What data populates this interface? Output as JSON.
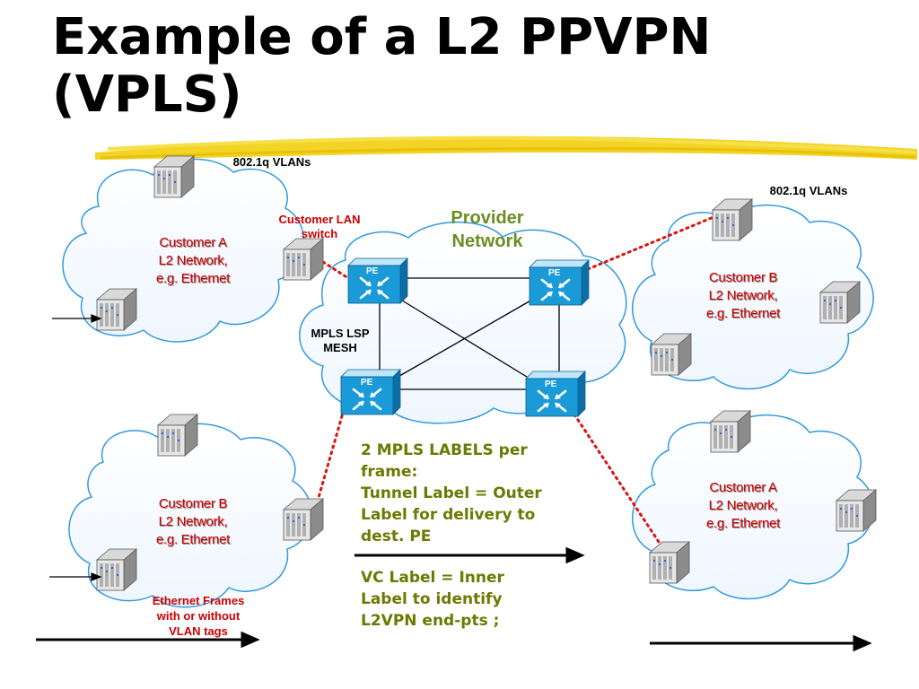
{
  "slide": {
    "title_line1": "Example of a L2 PPVPN",
    "title_line2": "(VPLS)"
  },
  "labels": {
    "vlans_top_left": "802.1q VLANs",
    "vlans_top_right": "802.1q VLANs",
    "customer_lan_switch_1": "Customer LAN",
    "customer_lan_switch_2": "switch",
    "provider_1": "Provider",
    "provider_2": "Network",
    "mpls_mesh_1": "MPLS LSP",
    "mpls_mesh_2": "MESH",
    "ethernet_frames_1": "Ethernet Frames",
    "ethernet_frames_2": "with or without",
    "ethernet_frames_3": "VLAN tags",
    "pe": "PE"
  },
  "customers": {
    "top_left": [
      "Customer  A",
      "L2 Network,",
      "e.g. Ethernet"
    ],
    "bottom_left": [
      "Customer B",
      "L2 Network,",
      "e.g. Ethernet"
    ],
    "top_right": [
      "Customer B",
      "L2 Network,",
      "e.g. Ethernet"
    ],
    "bottom_right": [
      "Customer A",
      "L2 Network,",
      "e.g. Ethernet"
    ]
  },
  "info": {
    "mpls_labels_1": "2 MPLS LABELS per",
    "mpls_labels_2": "frame:",
    "tunnel_1": "Tunnel Label = Outer",
    "tunnel_2": "Label for delivery to",
    "tunnel_3": "dest. PE",
    "vc_1": "VC Label = Inner",
    "vc_2": "Label to identify",
    "vc_3": "L2VPN end-pts ;"
  },
  "colors": {
    "cloud_stroke": "#3399dd",
    "pe_fill": "#1a9bd8",
    "highlight": "#f2d21a",
    "dotted_link": "#dd1111",
    "customer_text": "#cc0000",
    "provider_text": "#6b8e23",
    "info_text": "#6b7a00"
  }
}
